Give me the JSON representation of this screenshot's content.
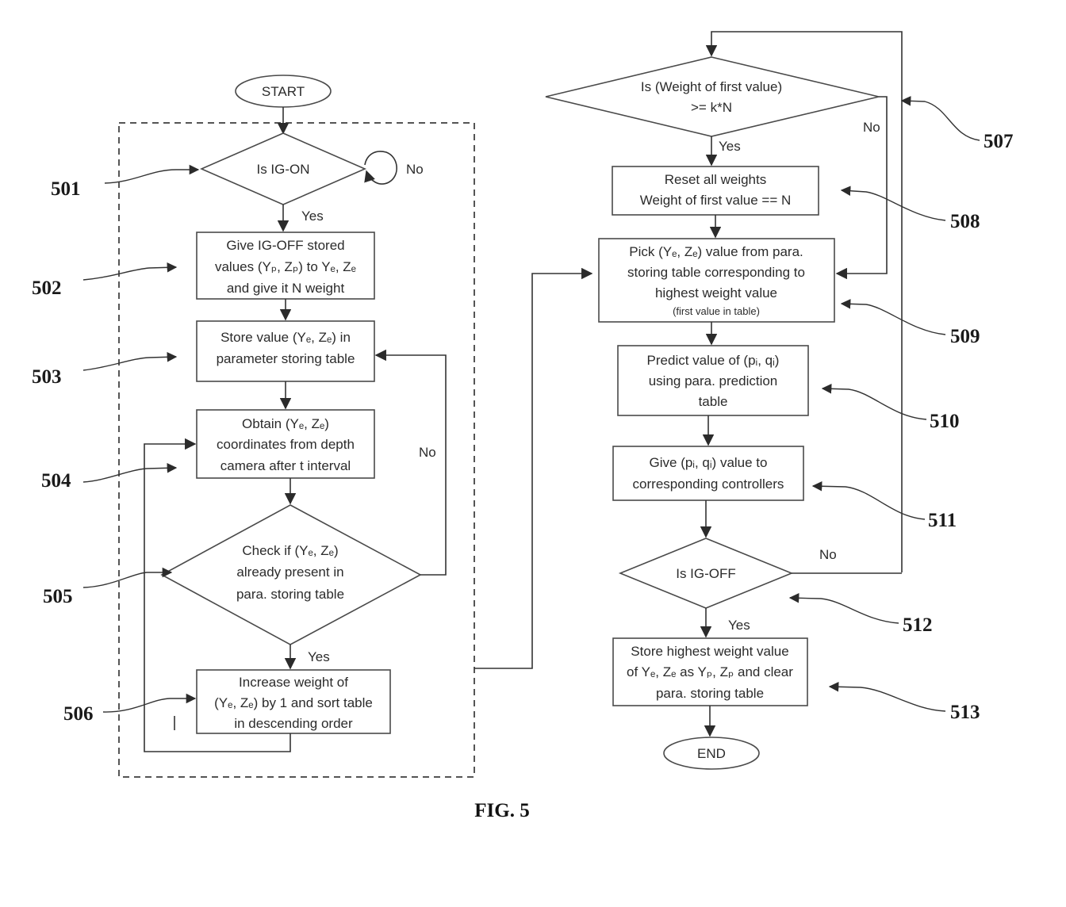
{
  "nodes": {
    "start": "START",
    "n501": "Is IG-ON",
    "n502": [
      "Give IG-OFF stored",
      "values (Yₚ, Zₚ) to Yₑ, Zₑ",
      "and give it N weight"
    ],
    "n503": [
      "Store value (Yₑ, Zₑ) in",
      "parameter storing table"
    ],
    "n504": [
      "Obtain (Yₑ, Zₑ)",
      "coordinates from depth",
      "camera after t interval"
    ],
    "n505": [
      "Check if (Yₑ, Zₑ)",
      "already present in",
      "para. storing table"
    ],
    "n506": [
      "Increase weight of",
      "(Yₑ, Zₑ) by 1 and sort table",
      "in descending order"
    ],
    "n507": [
      "Is (Weight of first value)",
      ">= k*N"
    ],
    "n508": [
      "Reset all weights",
      "Weight of first value == N"
    ],
    "n509": [
      "Pick (Yₑ, Zₑ) value from para.",
      "storing table corresponding to",
      "highest weight value"
    ],
    "n509_note": "(first value in table)",
    "n510": [
      "Predict value of (pᵢ, qᵢ)",
      "using para. prediction",
      "table"
    ],
    "n511": [
      "Give (pᵢ, qᵢ) value to",
      "corresponding controllers"
    ],
    "n512": "Is IG-OFF",
    "n513": [
      "Store highest weight value",
      "of Yₑ, Zₑ as Yₚ, Zₚ and clear",
      "para. storing table"
    ],
    "end": "END"
  },
  "edge_labels": {
    "e501_no": "No",
    "e501_yes": "Yes",
    "e505_no": "No",
    "e505_yes": "Yes",
    "e507_yes": "Yes",
    "e507_no": "No",
    "e512_no": "No",
    "e512_yes": "Yes"
  },
  "refs": {
    "r501": "501",
    "r502": "502",
    "r503": "503",
    "r504": "504",
    "r505": "505",
    "r506": "506",
    "r507": "507",
    "r508": "508",
    "r509": "509",
    "r510": "510",
    "r511": "511",
    "r512": "512",
    "r513": "513"
  },
  "caption": "FIG. 5"
}
